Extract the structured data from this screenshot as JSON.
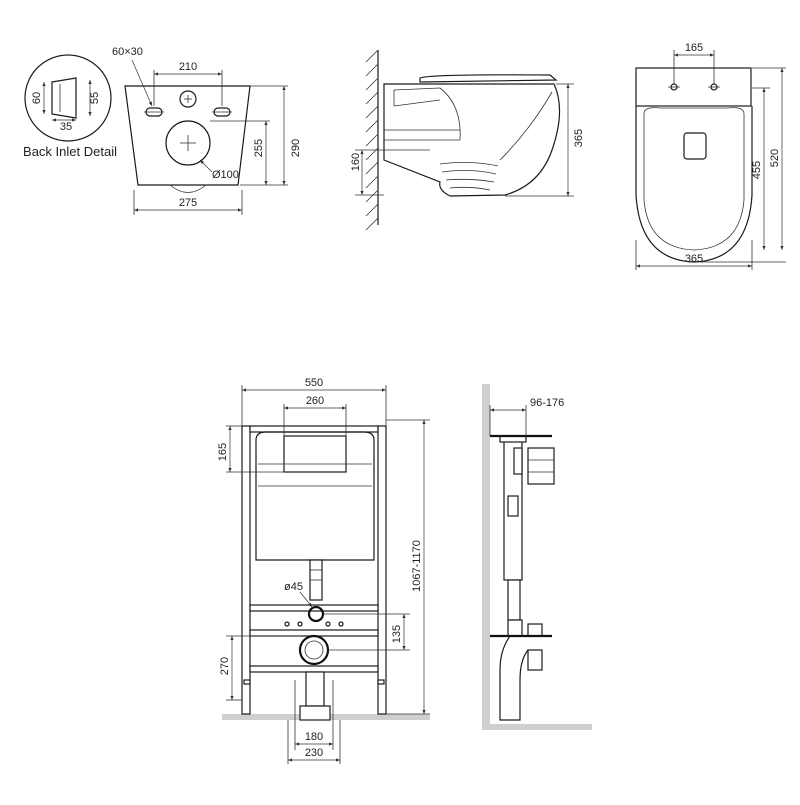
{
  "drawing": {
    "inlet_detail": {
      "caption": "Back Inlet Detail",
      "dims": {
        "height_outer": "60",
        "height_inner": "55",
        "width": "35"
      }
    },
    "bowl_rear_view": {
      "dims": {
        "slot": "60×30",
        "bolt_spacing": "210",
        "outlet_height": "255",
        "total_height": "290",
        "outlet_diameter": "Ø100",
        "width": "275"
      }
    },
    "bowl_side_view": {
      "dims": {
        "projection": "365",
        "outlet_center": "160"
      }
    },
    "bowl_top_view": {
      "dims": {
        "bolt_spacing": "165",
        "seat_length": "455",
        "total_length": "520",
        "width": "365"
      }
    },
    "frame_front_view": {
      "dims": {
        "frame_width": "550",
        "panel_width": "260",
        "panel_offset": "165",
        "frame_height": "1067-1170",
        "flush_pipe": "ø45",
        "flush_height": "135",
        "outlet_height": "270",
        "bolt_spacing": "180",
        "drain_spacing": "230"
      }
    },
    "frame_side_view": {
      "dims": {
        "wall_depth": "96-176"
      }
    }
  }
}
